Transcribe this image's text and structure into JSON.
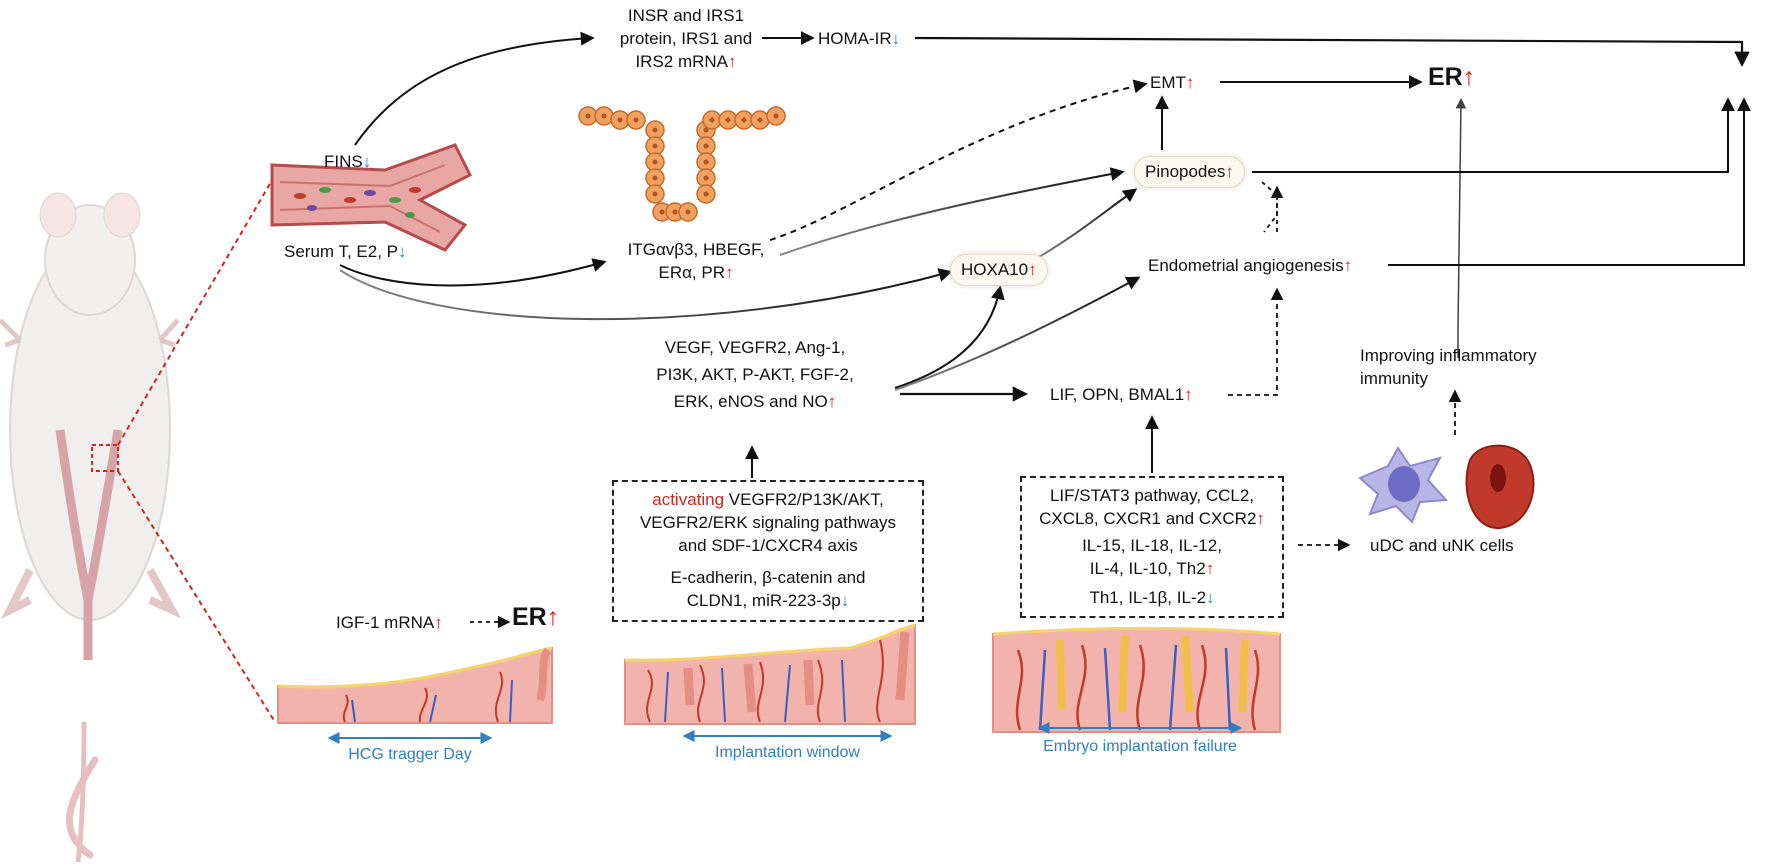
{
  "colors": {
    "up": "#d0261e",
    "down": "#2f7fc1",
    "tissue": "#f2b3ac",
    "vessel_red": "#c0392b",
    "vessel_blue": "#3b5fc0"
  },
  "arrows": {
    "up": "↑",
    "down": "↓"
  },
  "nodes": {
    "insr_line1": "INSR and IRS1",
    "insr_line2": "protein, IRS1 and",
    "insr_line3": "IRS2 mRNA",
    "homa": "HOMA-IR",
    "emt": "EMT",
    "er_top": "ER",
    "fins": "FINS",
    "serum": "Serum T, E2, P",
    "itg_line1": "ITGαvβ3, HBEGF,",
    "itg_line2": "ERα, PR",
    "pinopodes": "Pinopodes",
    "hoxa10": "HOXA10",
    "angiogenesis": "Endometrial angiogenesis",
    "improving_line1": "Improving inflammatory",
    "improving_line2": "immunity",
    "vegf_line1": "VEGF, VEGFR2, Ang-1,",
    "vegf_line2": "PI3K, AKT, P-AKT, FGF-2,",
    "vegf_line3": "ERK,  eNOS and NO",
    "lif": "LIF, OPN,  BMAL1",
    "udc": "uDC and uNK cells",
    "igf": "IGF-1 mRNA",
    "er_bottom": "ER"
  },
  "box1": {
    "activating": "activating",
    "line1_rest": " VEGFR2/P13K/AKT,",
    "line2": "VEGFR2/ERK signaling pathways",
    "line3": "and SDF-1/CXCR4 axis",
    "line4": "E-cadherin, β-catenin and",
    "line5": "CLDN1, miR-223-3p"
  },
  "box2": {
    "line1": "LIF/STAT3 pathway, CCL2,",
    "line2": "CXCL8, CXCR1 and CXCR2",
    "line3": "IL-15, IL-18, IL-12,",
    "line4": "IL-4, IL-10, Th2",
    "line5": "Th1, IL-1β, IL-2"
  },
  "captions": {
    "hcg": "HCG tragger Day",
    "implantation": "Implantation window",
    "failure": "Embryo implantation failure"
  }
}
